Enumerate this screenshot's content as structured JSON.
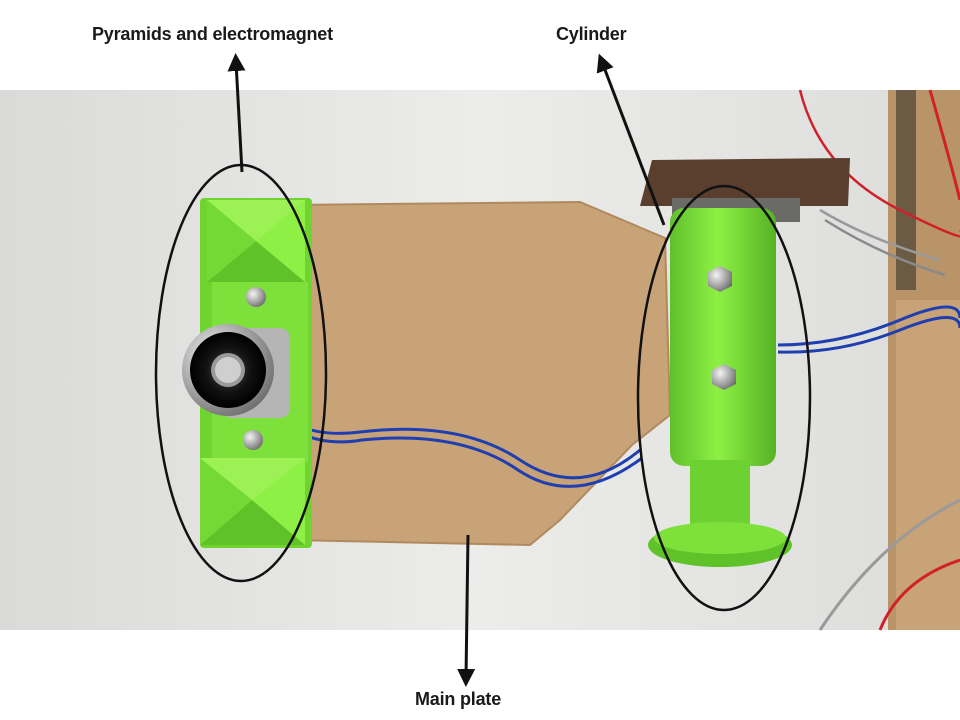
{
  "labels": {
    "pyramids": "Pyramids and electromagnet",
    "cylinder": "Cylinder",
    "main_plate": "Main plate"
  },
  "colors": {
    "background": "#ffffff",
    "photo_background": "#e9e9e7",
    "wood": "#c9a378",
    "green_part": "#7ee03a",
    "wire_blue": "#1f3fb0",
    "wire_red": "#d0202a",
    "annotation": "#111111"
  }
}
